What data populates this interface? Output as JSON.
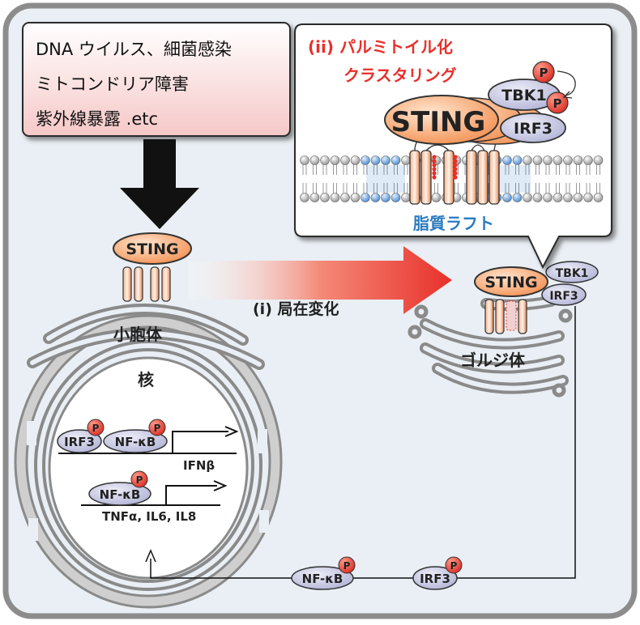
{
  "triggers": {
    "line1": "DNA ウイルス、細菌感染",
    "line2": "ミトコンドリア障害",
    "line3": "紫外線暴露 .etc"
  },
  "step_i": "(i) 局在変化",
  "step_ii": {
    "line1": "(ii) パルミトイル化",
    "line2": "クラスタリング"
  },
  "organelles": {
    "er": "小胞体",
    "nucleus": "核",
    "golgi": "ゴルジ体",
    "raft": "脂質ラフト"
  },
  "proteins": {
    "sting": "STING",
    "tbk1": "TBK1",
    "irf3": "IRF3",
    "nfkb": "NF-κB",
    "phospho": "P"
  },
  "genes": {
    "ifn": "IFNβ",
    "cytokines": "TNFα, IL6, IL8"
  },
  "colors": {
    "sting_orange": "#f5a56e",
    "signal_red": "#e8302a",
    "phospho_red": "#e8433a",
    "protein_lavender": "#c6c8e2",
    "raft_blue": "#2a7bc0",
    "cell_bg": "#e9eff4",
    "membrane_gray": "#888888"
  }
}
